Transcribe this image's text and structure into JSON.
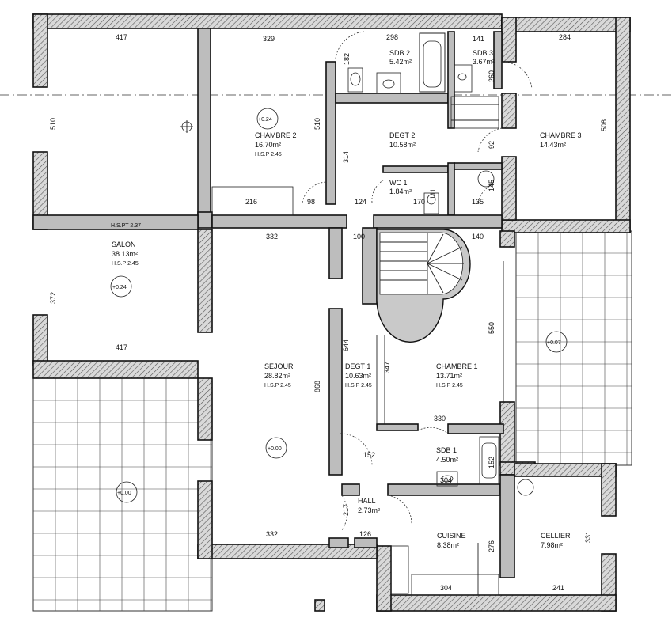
{
  "rooms": {
    "chambre2": {
      "name": "CHAMBRE 2",
      "area": "16.70m²",
      "hsp": "H.S.P 2.45"
    },
    "sdb2": {
      "name": "SDB 2",
      "area": "5.42m²"
    },
    "sdb3": {
      "name": "SDB 3",
      "area": "3.67m²"
    },
    "chambre3": {
      "name": "CHAMBRE 3",
      "area": "14.43m²"
    },
    "degt2": {
      "name": "DEGT 2",
      "area": "10.58m²"
    },
    "wc1": {
      "name": "WC 1",
      "area": "1.84m²"
    },
    "salon": {
      "name": "SALON",
      "area": "38.13m²",
      "hsp": "H.S.P 2.45",
      "hsp_top": "H.S.PT 2.37"
    },
    "sejour": {
      "name": "SEJOUR",
      "area": "28.82m²",
      "hsp": "H.S.P 2.45"
    },
    "degt1": {
      "name": "DEGT 1",
      "area": "10.63m²",
      "hsp": "H.S.P 2.45"
    },
    "chambre1": {
      "name": "CHAMBRE 1",
      "area": "13.71m²",
      "hsp": "H.S.P 2.45"
    },
    "sdb1": {
      "name": "SDB 1",
      "area": "4.50m²"
    },
    "hall": {
      "name": "HALL",
      "area": "2.73m²"
    },
    "cuisine": {
      "name": "CUISINE",
      "area": "8.38m²"
    },
    "cellier": {
      "name": "CELLIER",
      "area": "7.98m²"
    }
  },
  "levels": {
    "chambre2": "+0.24",
    "salon": "+0.24",
    "sejour": "+0.00",
    "terrace_left": "+0.00",
    "terrace_right": "+0.07"
  },
  "dimensions": {
    "d417_top": "417",
    "d329": "329",
    "d298": "298",
    "d141": "141",
    "d284": "284",
    "d510_left": "510",
    "d510_mid": "510",
    "d182": "182",
    "d260": "260",
    "d508": "508",
    "d314": "314",
    "d92": "92",
    "d216": "216",
    "d98": "98",
    "d124": "124",
    "d170": "170",
    "d111": "111",
    "d145": "145",
    "d135": "135",
    "d332_top": "332",
    "d100": "100",
    "d140": "140",
    "d372": "372",
    "d417_bot": "417",
    "d644": "644",
    "d347": "347",
    "d550": "550",
    "d868": "868",
    "d330": "330",
    "d152_a": "152",
    "d152_b": "152",
    "d304_a": "304",
    "d217": "217",
    "d126": "126",
    "d332_bot": "332",
    "d276": "276",
    "d331": "331",
    "d304_b": "304",
    "d241": "241"
  }
}
